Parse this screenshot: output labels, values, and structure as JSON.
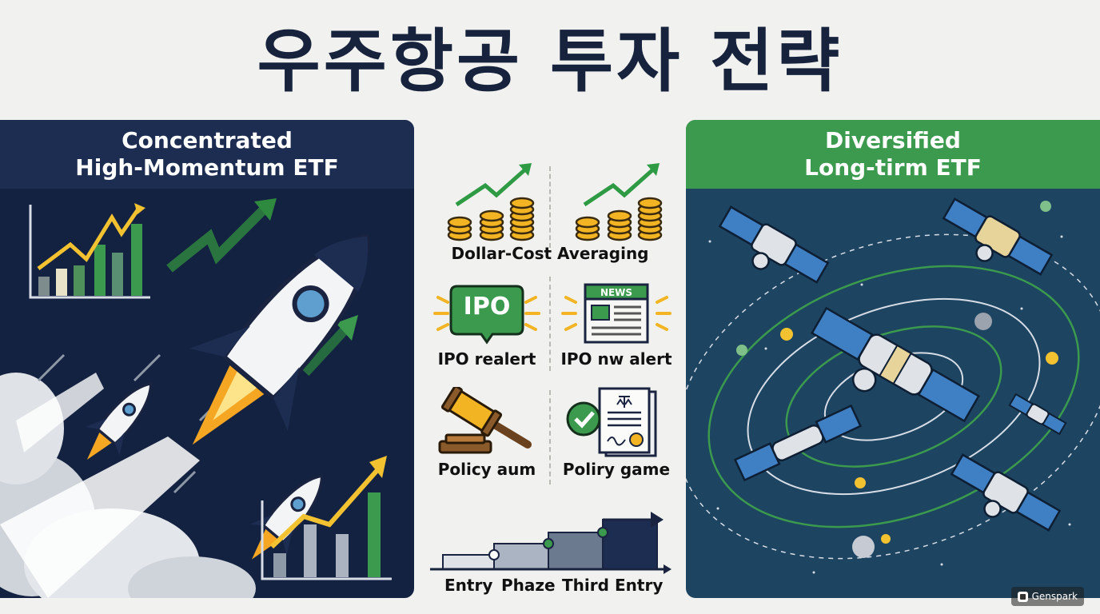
{
  "title": "우주항공 투자 전략",
  "left_panel": {
    "title_line1": "Concentrated",
    "title_line2": "High-Momentum ETF"
  },
  "right_panel": {
    "title_line1": "Diversified",
    "title_line2": "Long-tirm ETF"
  },
  "center": {
    "dca_label": "Dollar-Cost Averaging",
    "ipo_badge": "IPO",
    "ipo_left_label": "IPO realert",
    "news_badge": "NEWS",
    "ipo_right_label": "IPO nw alert",
    "policy_left_label": "Policy aum",
    "policy_right_label": "Poliry game",
    "steps": [
      "Entry",
      "Phaze",
      "Third",
      "Entry"
    ]
  },
  "brand": "Genspark",
  "colors": {
    "navy": "#142241",
    "green": "#3b9a4d",
    "teal": "#1d4461",
    "gold": "#f2b422"
  }
}
